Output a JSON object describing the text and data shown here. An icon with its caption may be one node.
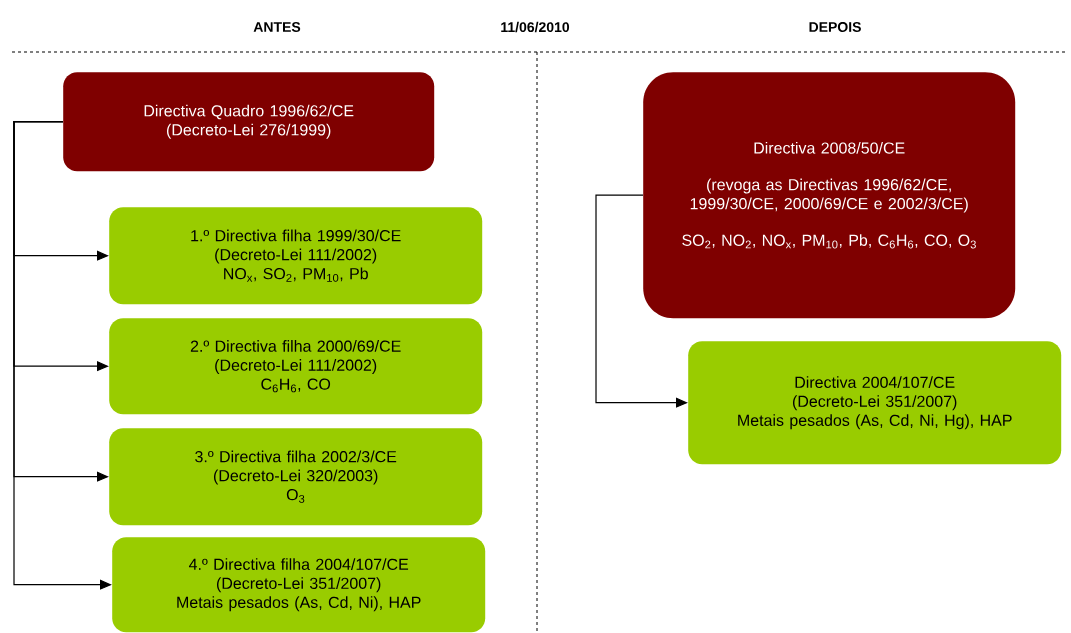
{
  "diagram": {
    "nodes": [
      {
        "text": [
          "Directiva Quadro 1996/62/CE",
          "(Decreto-Lei 276/1999)"
        ]
      },
      {
        "text": [
          "1.º Directiva filha 1999/30/CE",
          "(Decreto-Lei 111/2002)",
          "NO$_{x}$, SO$_{2}$, PM$_{10}$, Pb"
        ]
      },
      {
        "text": [
          "2.º Directiva filha 2000/69/CE",
          "(Decreto-Lei 111/2002)",
          "C$_{6}$H$_{6}$, CO"
        ]
      },
      {
        "text": [
          "3.º Directiva filha 2002/3/CE",
          "(Decreto-Lei 320/2003)",
          "O$_{3}$"
        ]
      },
      {
        "text": [
          "4.º Directiva filha 2004/107/CE",
          "(Decreto-Lei 351/2007)",
          "Metais pesados (As, Cd, Ni), HAP"
        ]
      },
      {
        "text": [
          "Directiva 2008/50/CE",
          "(revoga as Directivas 1996/62/CE, 1999/30/CE, 2000/69/CE e 2002/3/CE)",
          "SO$_{2}$, NO$_{2}$, NO$_{x}$, PM$_{10}$, Pb, C$_{6}$H$_{6}$, CO, O$_{3}$"
        ]
      },
      {
        "text": [
          "Directiva 2004/107/CE",
          "(Decreto-Lei 351/2007)",
          "Metais pesados (As, Cd, Ni, Hg), HAP"
        ]
      }
    ],
    "edges": [
      {
        "from": 0,
        "to": 1,
        "arrow": "to"
      },
      {
        "from": 0,
        "to": 2,
        "arrow": "to"
      },
      {
        "from": 0,
        "to": 3,
        "arrow": "to"
      },
      {
        "from": 0,
        "to": 4,
        "arrow": "to"
      },
      {
        "from": 5,
        "to": 6,
        "arrow": "to"
      }
    ],
    "labels": [
      "ANTES",
      "11/06/2010",
      "DEPOIS"
    ]
  }
}
